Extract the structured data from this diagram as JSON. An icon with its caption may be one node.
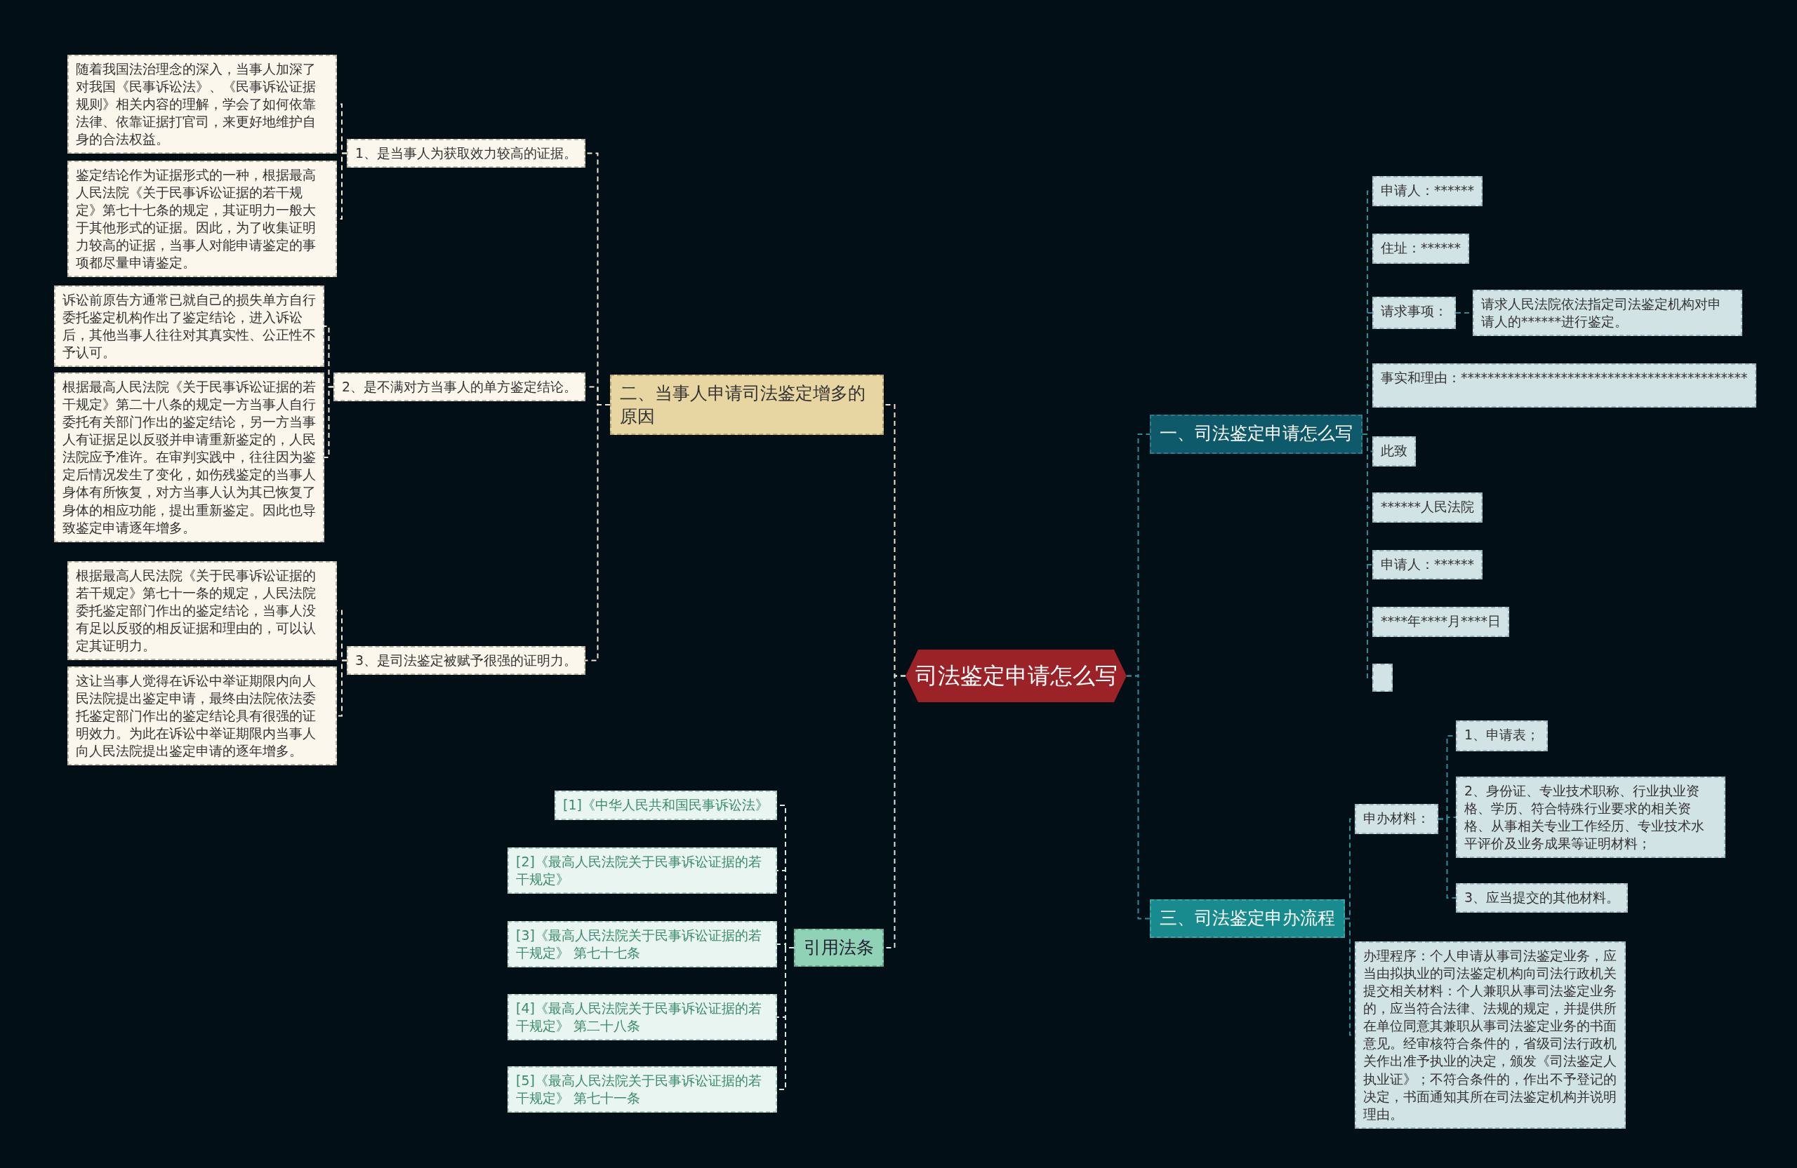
{
  "diagram": {
    "nodes": [
      {
        "text": [
          "司法鉴定申请怎么写"
        ]
      },
      {
        "text": [
          "二、当事人申请司法鉴定增多的原因"
        ]
      },
      {
        "text": [
          "1、是当事人为获取效力较高的证据。"
        ]
      },
      {
        "text": [
          "随着我国法治理念的深入，当事人加深了对我国《民事诉讼法》、《民事诉讼证据规则》相关内容的理解，学会了如何依靠法律、依靠证据打官司，来更好地维护自身的合法权益。"
        ]
      },
      {
        "text": [
          "鉴定结论作为证据形式的一种，根据最高人民法院《关于民事诉讼证据的若干规定》第七十七条的规定，其证明力一般大于其他形式的证据。因此，为了收集证明力较高的证据，当事人对能申请鉴定的事项都尽量申请鉴定。"
        ]
      },
      {
        "text": [
          "2、是不满对方当事人的单方鉴定结论。"
        ]
      },
      {
        "text": [
          "诉讼前原告方通常已就自己的损失单方自行委托鉴定机构作出了鉴定结论，进入诉讼后，其他当事人往往对其真实性、公正性不予认可。"
        ]
      },
      {
        "text": [
          "根据最高人民法院《关于民事诉讼证据的若干规定》第二十八条的规定一方当事人自行委托有关部门作出的鉴定结论，另一方当事人有证据足以反驳并申请重新鉴定的，人民法院应予准许。在审判实践中，往往因为鉴定后情况发生了变化，如伤残鉴定的当事人身体有所恢复，对方当事人认为其已恢复了身体的相应功能，提出重新鉴定。因此也导致鉴定申请逐年增多。"
        ]
      },
      {
        "text": [
          "3、是司法鉴定被赋予很强的证明力。"
        ]
      },
      {
        "text": [
          "根据最高人民法院《关于民事诉讼证据的若干规定》第七十一条的规定，人民法院委托鉴定部门作出的鉴定结论，当事人没有足以反驳的相反证据和理由的，可以认定其证明力。"
        ]
      },
      {
        "text": [
          "这让当事人觉得在诉讼中举证期限内向人民法院提出鉴定申请，最终由法院依法委托鉴定部门作出的鉴定结论具有很强的证明效力。为此在诉讼中举证期限内当事人向人民法院提出鉴定申请的逐年增多。"
        ]
      },
      {
        "text": [
          "引用法条"
        ]
      },
      {
        "text": [
          "[1]《中华人民共和国民事诉讼法》"
        ]
      },
      {
        "text": [
          "[2]《最高人民法院关于民事诉讼证据的若干规定》"
        ]
      },
      {
        "text": [
          "[3]《最高人民法院关于民事诉讼证据的若干规定》 第七十七条"
        ]
      },
      {
        "text": [
          "[4]《最高人民法院关于民事诉讼证据的若干规定》 第二十八条"
        ]
      },
      {
        "text": [
          "[5]《最高人民法院关于民事诉讼证据的若干规定》 第七十一条"
        ]
      },
      {
        "text": [
          "一、司法鉴定申请怎么写"
        ]
      },
      {
        "text": [
          "申请人：******"
        ]
      },
      {
        "text": [
          "住址：******"
        ]
      },
      {
        "text": [
          "请求事项："
        ]
      },
      {
        "text": [
          "请求人民法院依法指定司法鉴定机构对申请人的******进行鉴定。"
        ]
      },
      {
        "text": [
          "事实和理由：*******************************************"
        ]
      },
      {
        "text": [
          "此致"
        ]
      },
      {
        "text": [
          "******人民法院"
        ]
      },
      {
        "text": [
          "申请人：******"
        ]
      },
      {
        "text": [
          "****年****月****日"
        ]
      },
      {
        "text": [],
        "shape": "box"
      },
      {
        "text": [
          "三、司法鉴定申办流程"
        ]
      },
      {
        "text": [
          "申办材料："
        ]
      },
      {
        "text": [
          "1、申请表；"
        ]
      },
      {
        "text": [
          "2、身份证、专业技术职称、行业执业资格、学历、符合特殊行业要求的相关资格、从事相关专业工作经历、专业技术水平评价及业务成果等证明材料；"
        ]
      },
      {
        "text": [
          "3、应当提交的其他材料。"
        ]
      },
      {
        "text": [
          "办理程序：个人申请从事司法鉴定业务，应当由拟执业的司法鉴定机构向司法行政机关提交相关材料：个人兼职从事司法鉴定业务的，应当符合法律、法规的规定，并提供所在单位同意其兼职从事司法鉴定业务的书面意见。经审核符合条件的，省级司法行政机关作出准予执业的决定，颁发《司法鉴定人执业证》；不符合条件的，作出不予登记的决定，书面通知其所在司法鉴定机构并说明理由。"
        ]
      }
    ],
    "edges": [
      {
        "from": 0,
        "to": 1,
        "arrow": "none",
        "style": "dashed",
        "color": "#efe6cc"
      },
      {
        "from": 1,
        "to": 2,
        "arrow": "none",
        "style": "dashed",
        "color": "#efe6cc"
      },
      {
        "from": 2,
        "to": 3,
        "arrow": "none",
        "style": "dashed",
        "color": "#efe6cc"
      },
      {
        "from": 2,
        "to": 4,
        "arrow": "none",
        "style": "dashed",
        "color": "#efe6cc"
      },
      {
        "from": 1,
        "to": 5,
        "arrow": "none",
        "style": "dashed",
        "color": "#efe6cc"
      },
      {
        "from": 5,
        "to": 6,
        "arrow": "none",
        "style": "dashed",
        "color": "#efe6cc"
      },
      {
        "from": 5,
        "to": 7,
        "arrow": "none",
        "style": "dashed",
        "color": "#efe6cc"
      },
      {
        "from": 1,
        "to": 8,
        "arrow": "none",
        "style": "dashed",
        "color": "#efe6cc"
      },
      {
        "from": 8,
        "to": 9,
        "arrow": "none",
        "style": "dashed",
        "color": "#efe6cc"
      },
      {
        "from": 8,
        "to": 10,
        "arrow": "none",
        "style": "dashed",
        "color": "#efe6cc"
      },
      {
        "from": 0,
        "to": 11,
        "arrow": "none",
        "style": "dashed",
        "color": "#cfeee0"
      },
      {
        "from": 11,
        "to": 12,
        "arrow": "none",
        "style": "dashed",
        "color": "#cfeee0"
      },
      {
        "from": 11,
        "to": 13,
        "arrow": "none",
        "style": "dashed",
        "color": "#cfeee0"
      },
      {
        "from": 11,
        "to": 14,
        "arrow": "none",
        "style": "dashed",
        "color": "#cfeee0"
      },
      {
        "from": 11,
        "to": 15,
        "arrow": "none",
        "style": "dashed",
        "color": "#cfeee0"
      },
      {
        "from": 11,
        "to": 16,
        "arrow": "none",
        "style": "dashed",
        "color": "#cfeee0"
      },
      {
        "from": 0,
        "to": 17,
        "arrow": "none",
        "style": "dashed"
      },
      {
        "from": 17,
        "to": 18,
        "arrow": "none",
        "style": "dashed"
      },
      {
        "from": 17,
        "to": 19,
        "arrow": "none",
        "style": "dashed"
      },
      {
        "from": 17,
        "to": 20,
        "arrow": "none",
        "style": "dashed"
      },
      {
        "from": 20,
        "to": 21,
        "arrow": "none",
        "style": "dashed"
      },
      {
        "from": 17,
        "to": 22,
        "arrow": "none",
        "style": "dashed"
      },
      {
        "from": 17,
        "to": 23,
        "arrow": "none",
        "style": "dashed"
      },
      {
        "from": 17,
        "to": 24,
        "arrow": "none",
        "style": "dashed"
      },
      {
        "from": 17,
        "to": 25,
        "arrow": "none",
        "style": "dashed"
      },
      {
        "from": 17,
        "to": 26,
        "arrow": "none",
        "style": "dashed"
      },
      {
        "from": 17,
        "to": 27,
        "arrow": "none",
        "style": "dashed"
      },
      {
        "from": 0,
        "to": 28,
        "arrow": "none",
        "style": "dashed"
      },
      {
        "from": 28,
        "to": 29,
        "arrow": "none",
        "style": "dashed"
      },
      {
        "from": 29,
        "to": 30,
        "arrow": "none",
        "style": "dashed"
      },
      {
        "from": 29,
        "to": 31,
        "arrow": "none",
        "style": "dashed"
      },
      {
        "from": 29,
        "to": 32,
        "arrow": "none",
        "style": "dashed"
      },
      {
        "from": 28,
        "to": 33,
        "arrow": "none",
        "style": "dashed"
      }
    ]
  }
}
